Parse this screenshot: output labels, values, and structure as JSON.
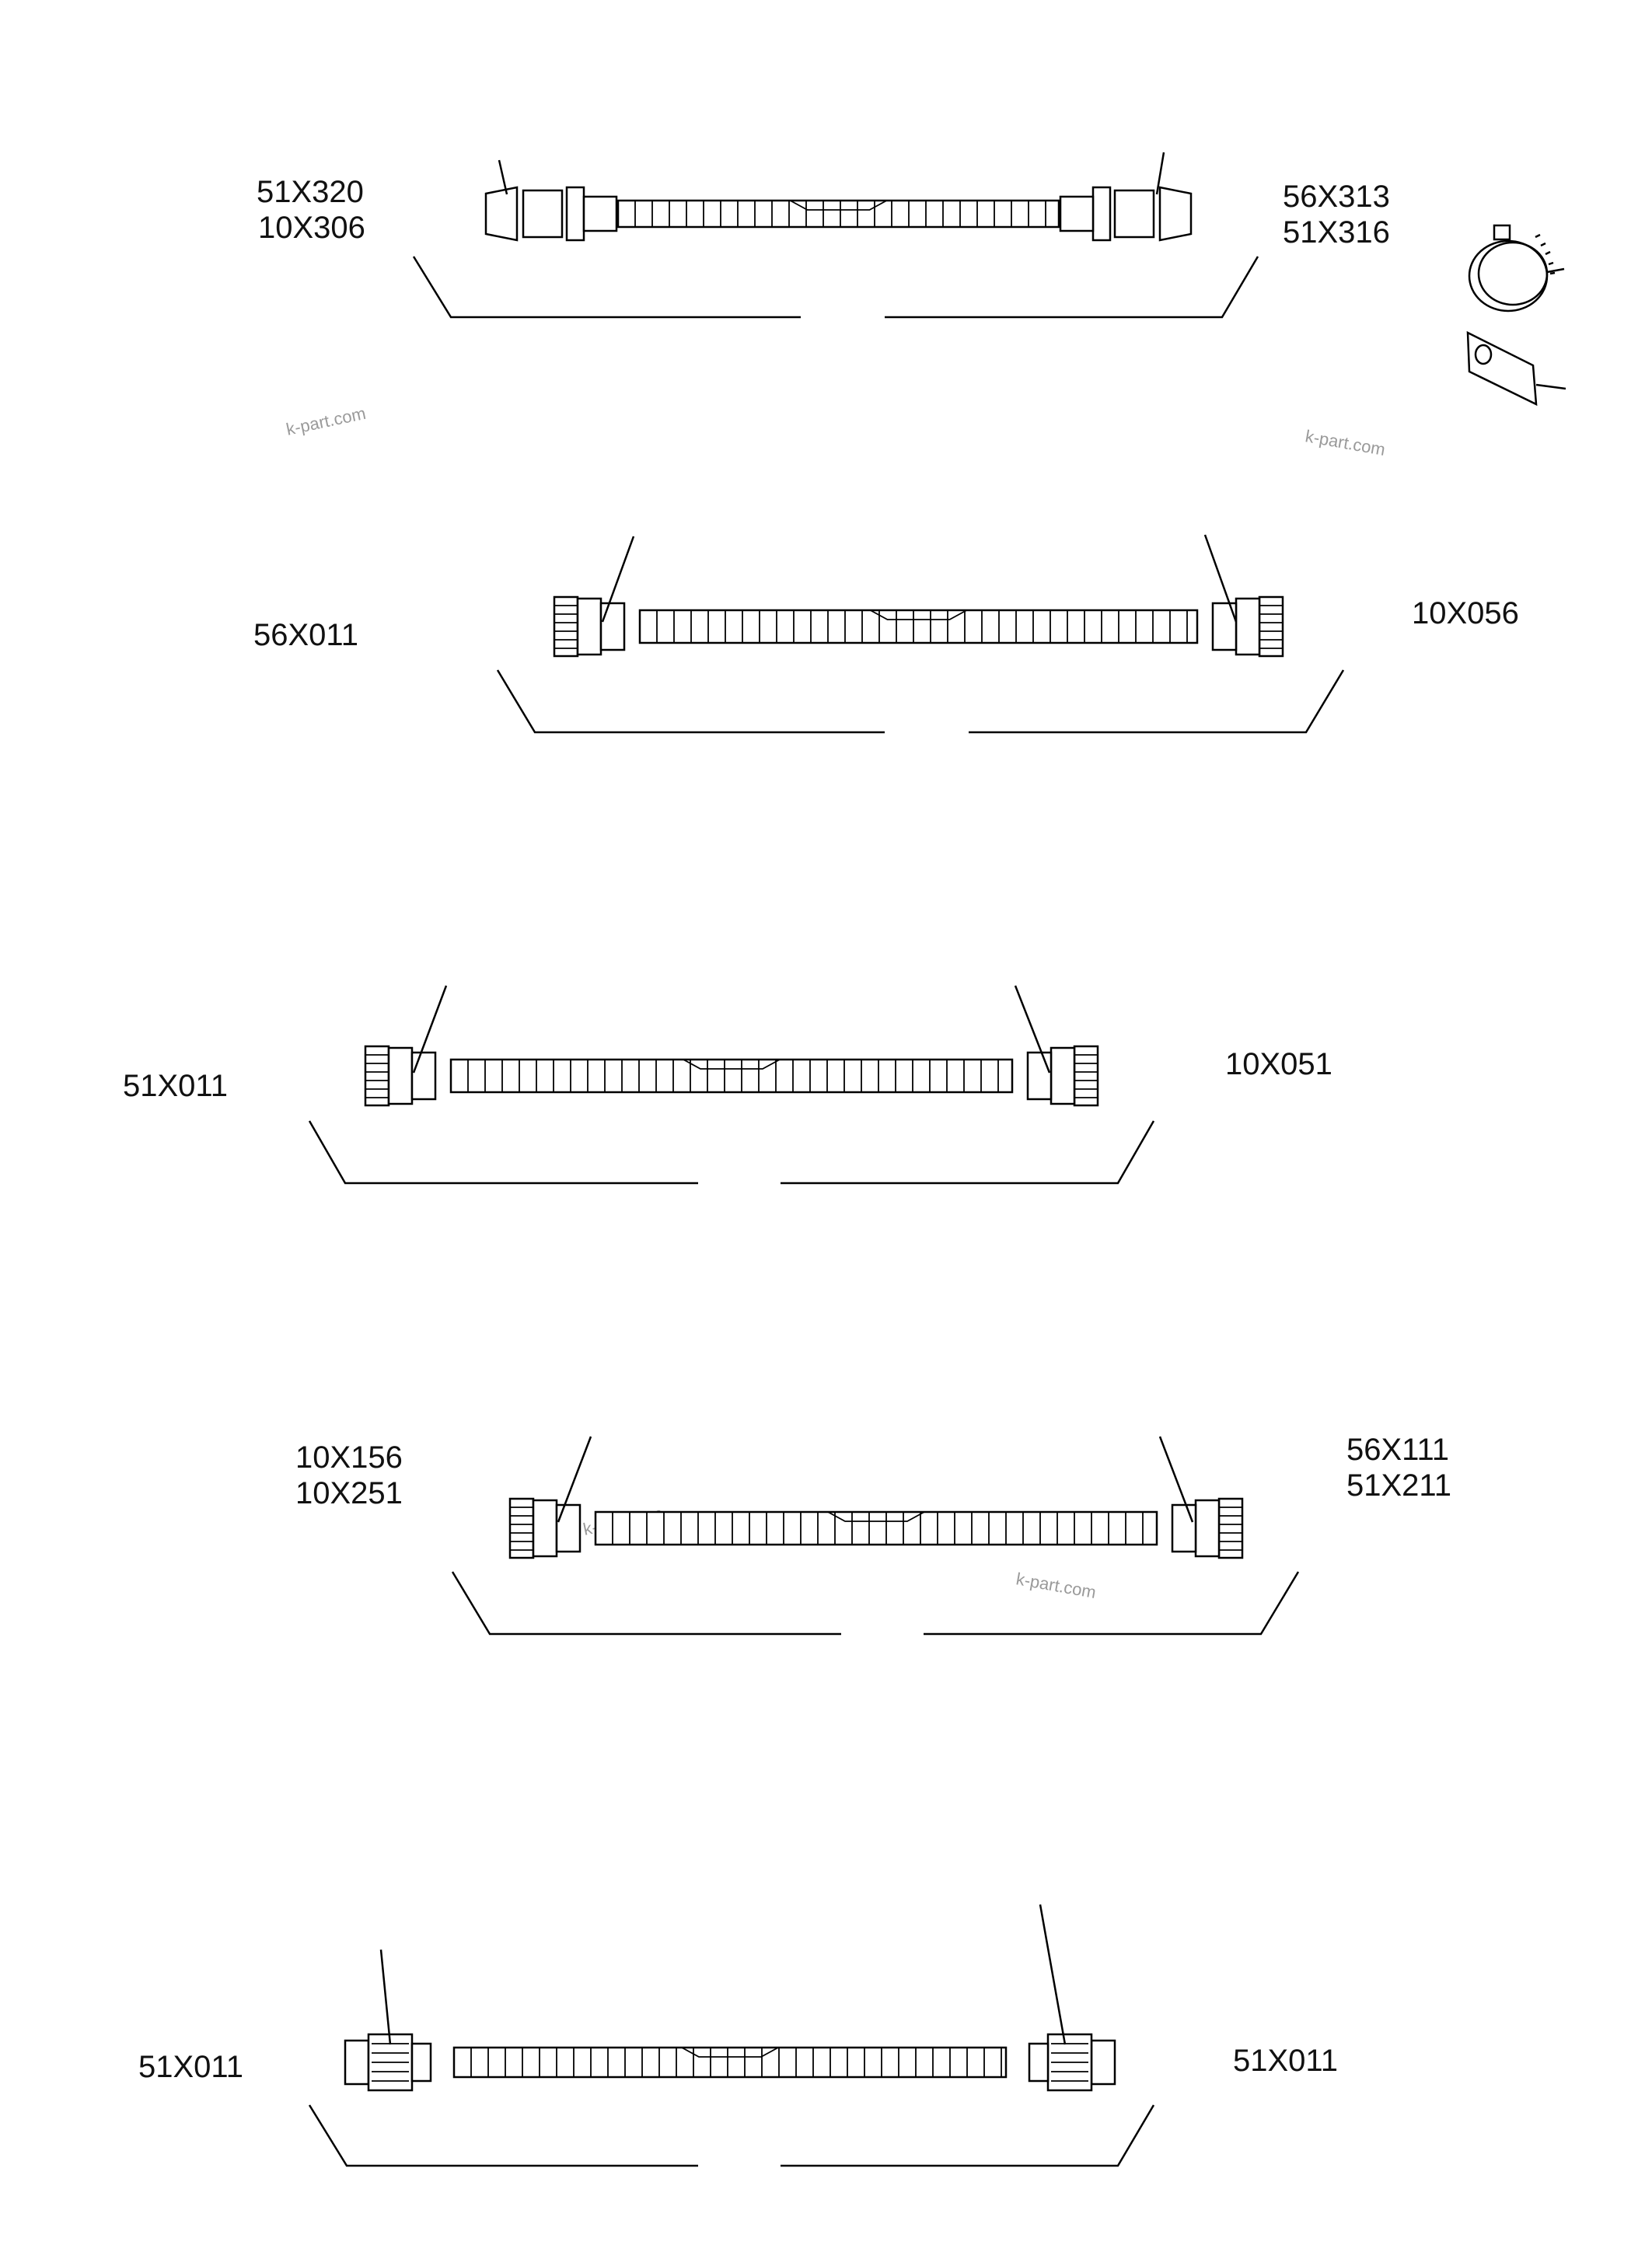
{
  "watermark": "k-part.com",
  "colors": {
    "line": "#000000",
    "text": "#111111",
    "watermark": "#9a9a9a",
    "background": "#ffffff"
  },
  "hoses": [
    {
      "id": "hose-1",
      "left_labels": [
        "51X320",
        "10X306"
      ],
      "right_labels": [
        "56X313",
        "51X316"
      ]
    },
    {
      "id": "hose-2",
      "left_labels": [
        "56X011"
      ],
      "right_labels": [
        "10X056"
      ]
    },
    {
      "id": "hose-3",
      "left_labels": [
        "51X011"
      ],
      "right_labels": [
        "10X051"
      ]
    },
    {
      "id": "hose-4",
      "left_labels": [
        "10X156",
        "10X251"
      ],
      "right_labels": [
        "56X111",
        "51X211"
      ]
    },
    {
      "id": "hose-5",
      "left_labels": [
        "51X011"
      ],
      "right_labels": [
        "51X011"
      ]
    }
  ],
  "accessories": [
    {
      "id": "hose-clamp",
      "icon": "hose-clamp-icon"
    },
    {
      "id": "tag-plate",
      "icon": "tag-plate-icon"
    }
  ]
}
